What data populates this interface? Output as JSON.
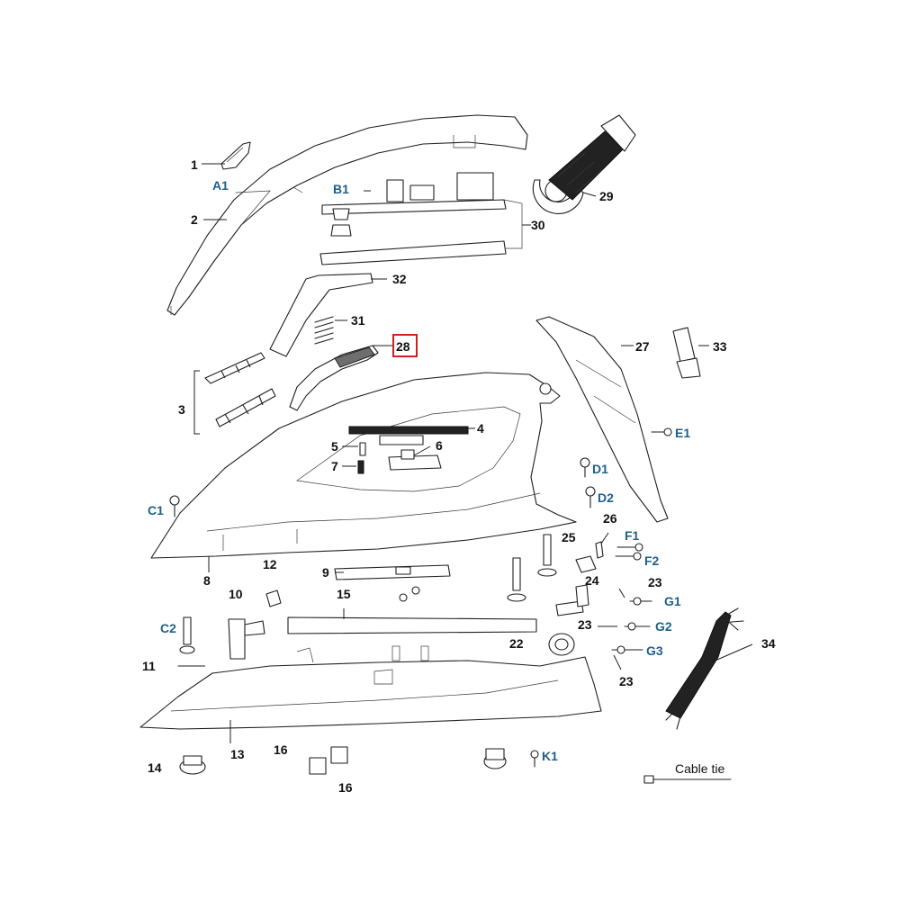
{
  "diagram": {
    "highlight_color": "#d21e1e",
    "label_color": "#111111",
    "letter_label_color": "#1f5f8b",
    "highlighted_part": "28",
    "labels": {
      "p1": "1",
      "a1": "A1",
      "p2": "2",
      "b1": "B1",
      "p29": "29",
      "p30": "30",
      "p32": "32",
      "p31": "31",
      "p28": "28",
      "p27": "27",
      "p33": "33",
      "p3": "3",
      "p4": "4",
      "p5": "5",
      "p6": "6",
      "p7": "7",
      "e1": "E1",
      "d1": "D1",
      "d2": "D2",
      "c1": "C1",
      "p26": "26",
      "p25": "25",
      "f1": "F1",
      "f2": "F2",
      "p8": "8",
      "p12": "12",
      "p9": "9",
      "p10": "10",
      "p15": "15",
      "p24": "24",
      "p23a": "23",
      "g1": "G1",
      "p23b": "23",
      "g2": "G2",
      "g3": "G3",
      "p23c": "23",
      "p22": "22",
      "c2": "C2",
      "p11": "11",
      "p34": "34",
      "p13": "13",
      "p14": "14",
      "p16a": "16",
      "p16b": "16",
      "k1": "K1",
      "cable_tie": "Cable tie"
    }
  }
}
